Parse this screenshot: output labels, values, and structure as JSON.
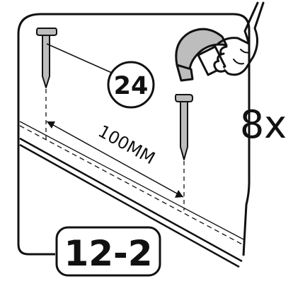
{
  "diagram": {
    "part_number": "24",
    "dimension": "100MM",
    "quantity": "8x",
    "step": "12-2"
  },
  "icons": [
    "nail-icon",
    "hammer-icon",
    "hand-icon"
  ],
  "colors": {
    "ink": "#111111",
    "nail_fill": "#bdbdbd",
    "background": "#ffffff"
  }
}
